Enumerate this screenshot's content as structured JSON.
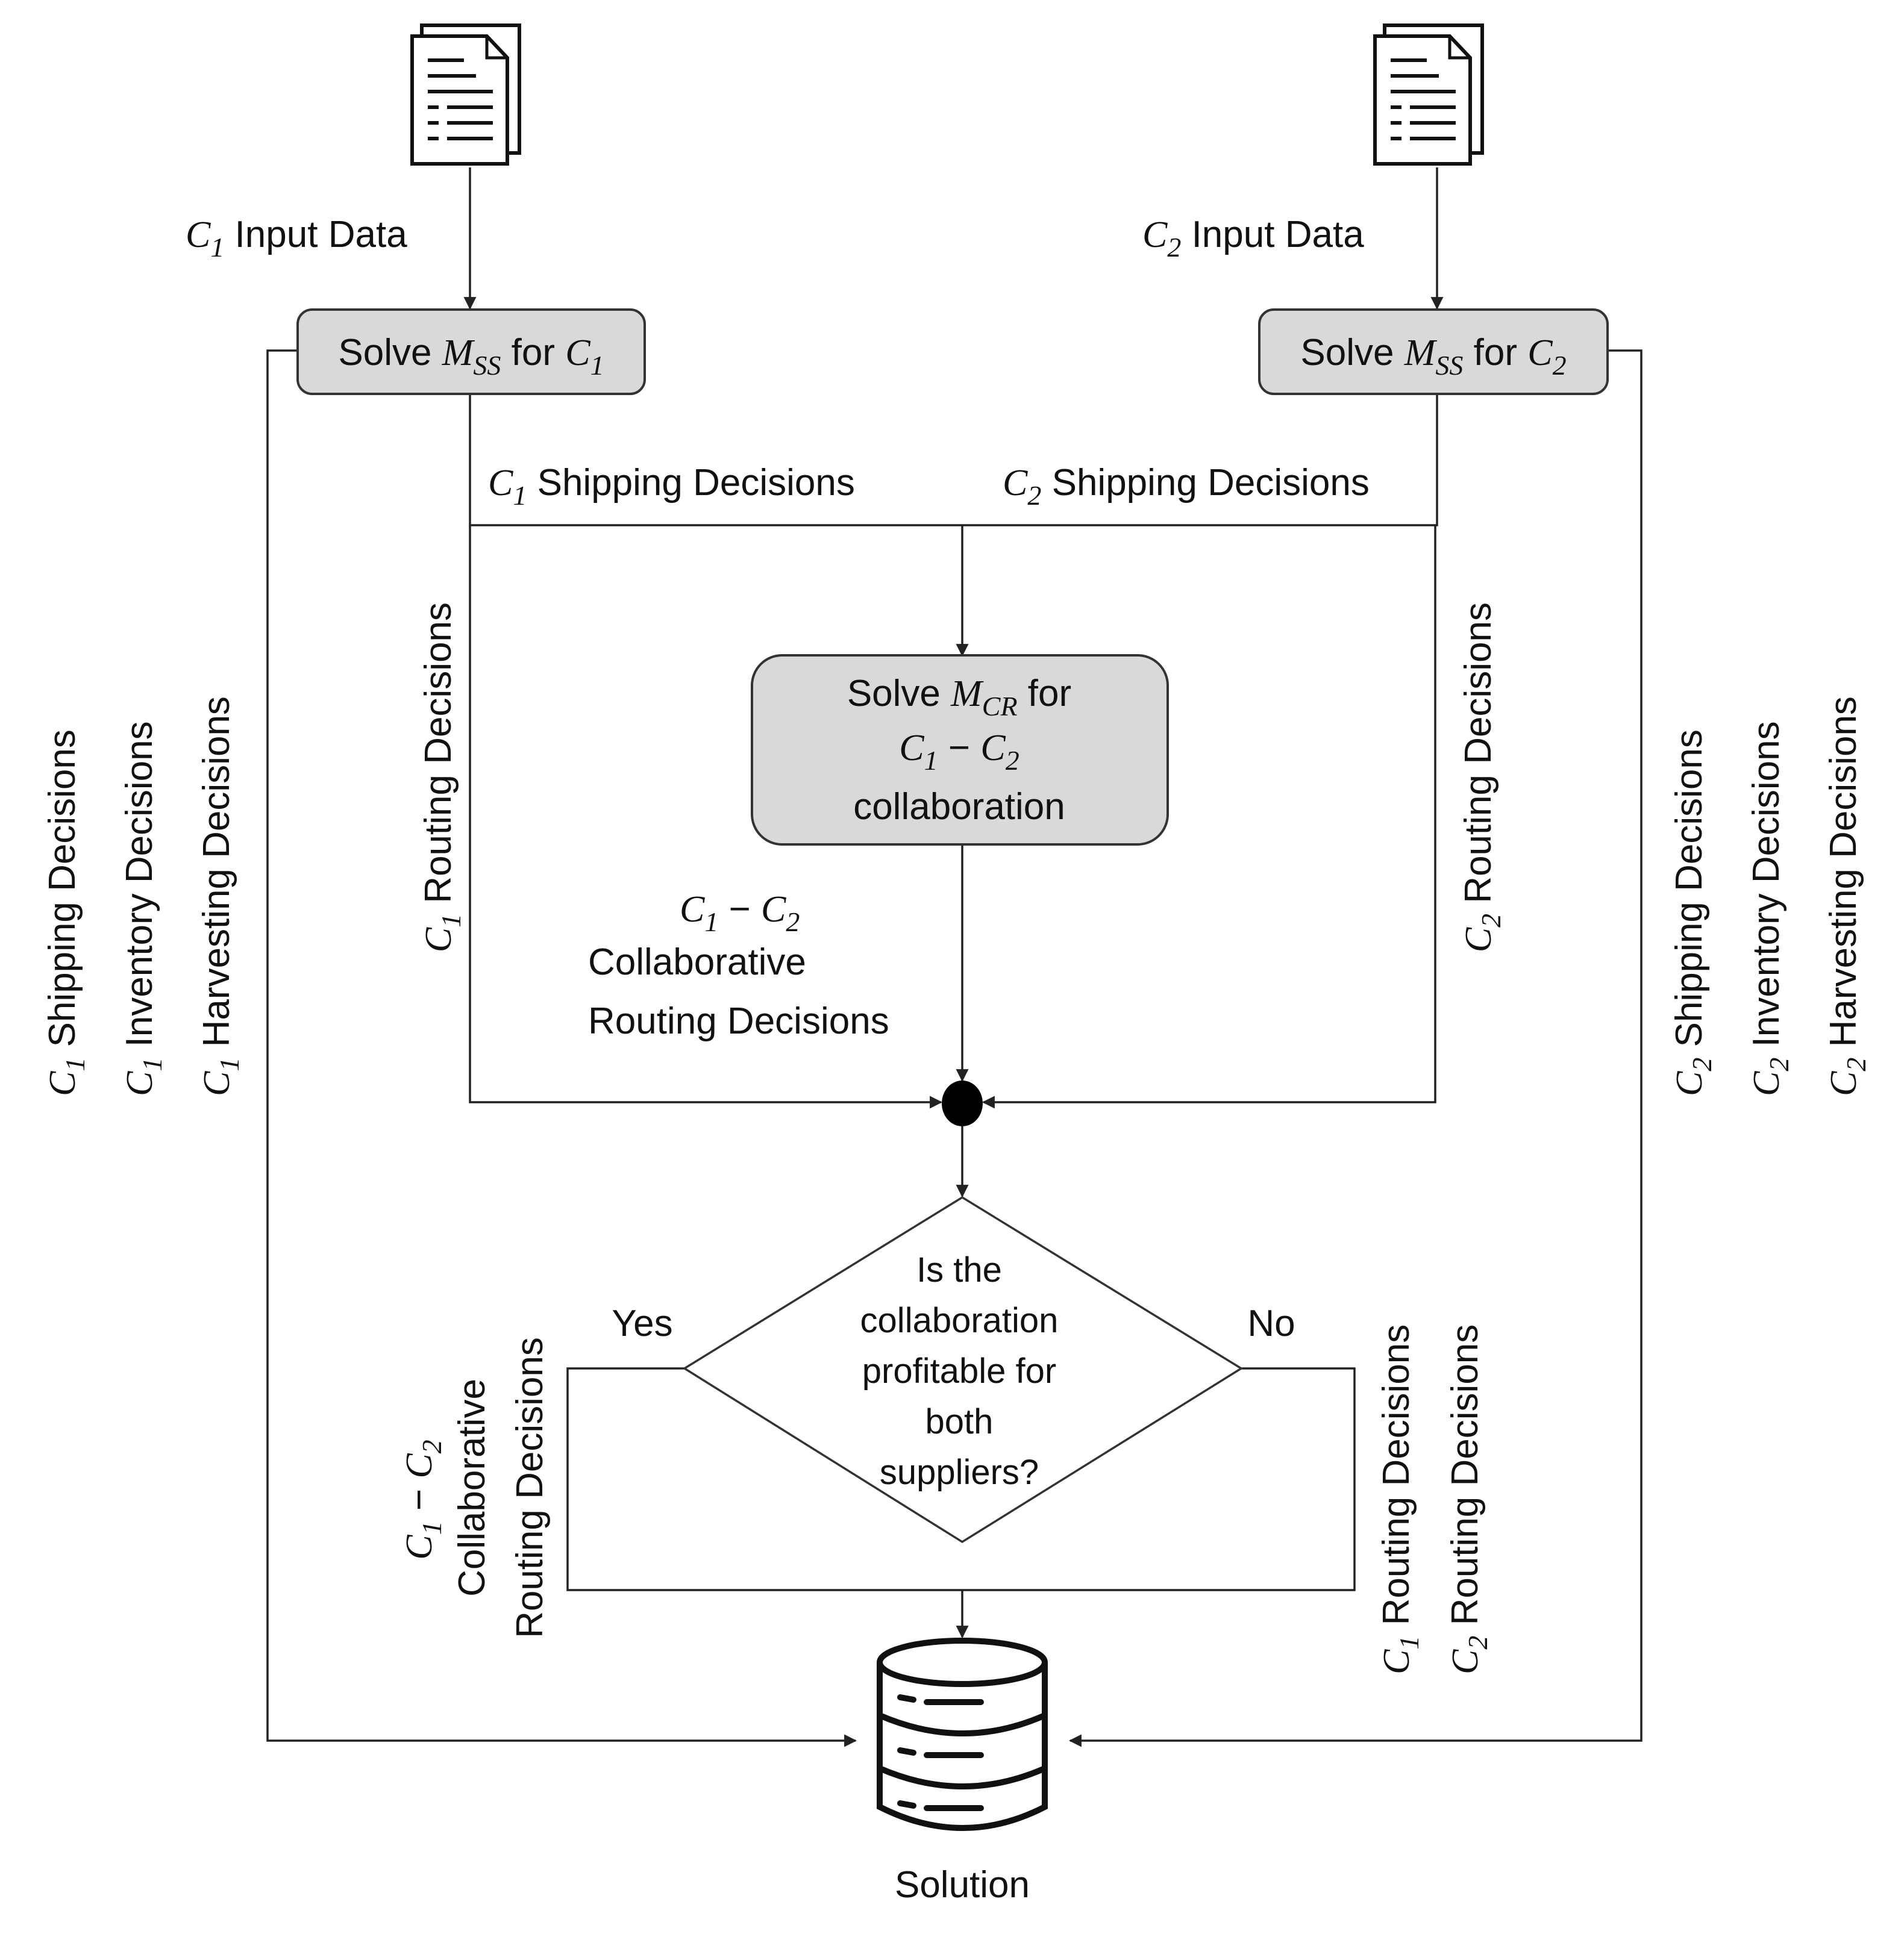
{
  "input_left": {
    "var": "C",
    "sub": "1",
    "text": " Input Data"
  },
  "input_right": {
    "var": "C",
    "sub": "2",
    "text": " Input Data"
  },
  "solve_left": {
    "pre": "Solve ",
    "var": "M",
    "sub": "SS",
    "mid": " for ",
    "var2": "C",
    "sub2": "1"
  },
  "solve_right": {
    "pre": "Solve ",
    "var": "M",
    "sub": "SS",
    "mid": " for ",
    "var2": "C",
    "sub2": "2"
  },
  "ship_left": {
    "var": "C",
    "sub": "1",
    "text": " Shipping Decisions"
  },
  "ship_right": {
    "var": "C",
    "sub": "2",
    "text": " Shipping Decisions"
  },
  "solve_cr": {
    "line1_pre": "Solve ",
    "line1_var": "M",
    "line1_sub": "CR",
    "line1_post": " for",
    "line2_var1": "C",
    "line2_sub1": "1",
    "line2_op": " − ",
    "line2_var2": "C",
    "line2_sub2": "2",
    "line3": "collaboration"
  },
  "collab_out": {
    "var1": "C",
    "sub1": "1",
    "op": " − ",
    "var2": "C",
    "sub2": "2",
    "line2": "Collaborative",
    "line3": "Routing Decisions"
  },
  "routing_left": {
    "var": "C",
    "sub": "1",
    "text": " Routing Decisions"
  },
  "routing_right": {
    "var": "C",
    "sub": "2",
    "text": " Routing Decisions"
  },
  "side_left": [
    {
      "var": "C",
      "sub": "1",
      "text": " Shipping Decisions"
    },
    {
      "var": "C",
      "sub": "1",
      "text": " Inventory Decisions"
    },
    {
      "var": "C",
      "sub": "1",
      "text": " Harvesting Decisions"
    }
  ],
  "side_right": [
    {
      "var": "C",
      "sub": "2",
      "text": " Shipping Decisions"
    },
    {
      "var": "C",
      "sub": "2",
      "text": " Inventory Decisions"
    },
    {
      "var": "C",
      "sub": "2",
      "text": " Harvesting Decisions"
    }
  ],
  "decision": {
    "lines": [
      "Is the",
      "collaboration",
      "profitable for",
      "both",
      "suppliers?"
    ]
  },
  "yes_label": "Yes",
  "no_label": "No",
  "yes_branch": {
    "var1": "C",
    "sub1": "1",
    "op": " − ",
    "var2": "C",
    "sub2": "2",
    "line2": "Collaborative",
    "line3": "Routing Decisions"
  },
  "no_branch": [
    {
      "var": "C",
      "sub": "1",
      "text": " Routing Decisions"
    },
    {
      "var": "C",
      "sub": "2",
      "text": " Routing Decisions"
    }
  ],
  "solution_label": "Solution"
}
